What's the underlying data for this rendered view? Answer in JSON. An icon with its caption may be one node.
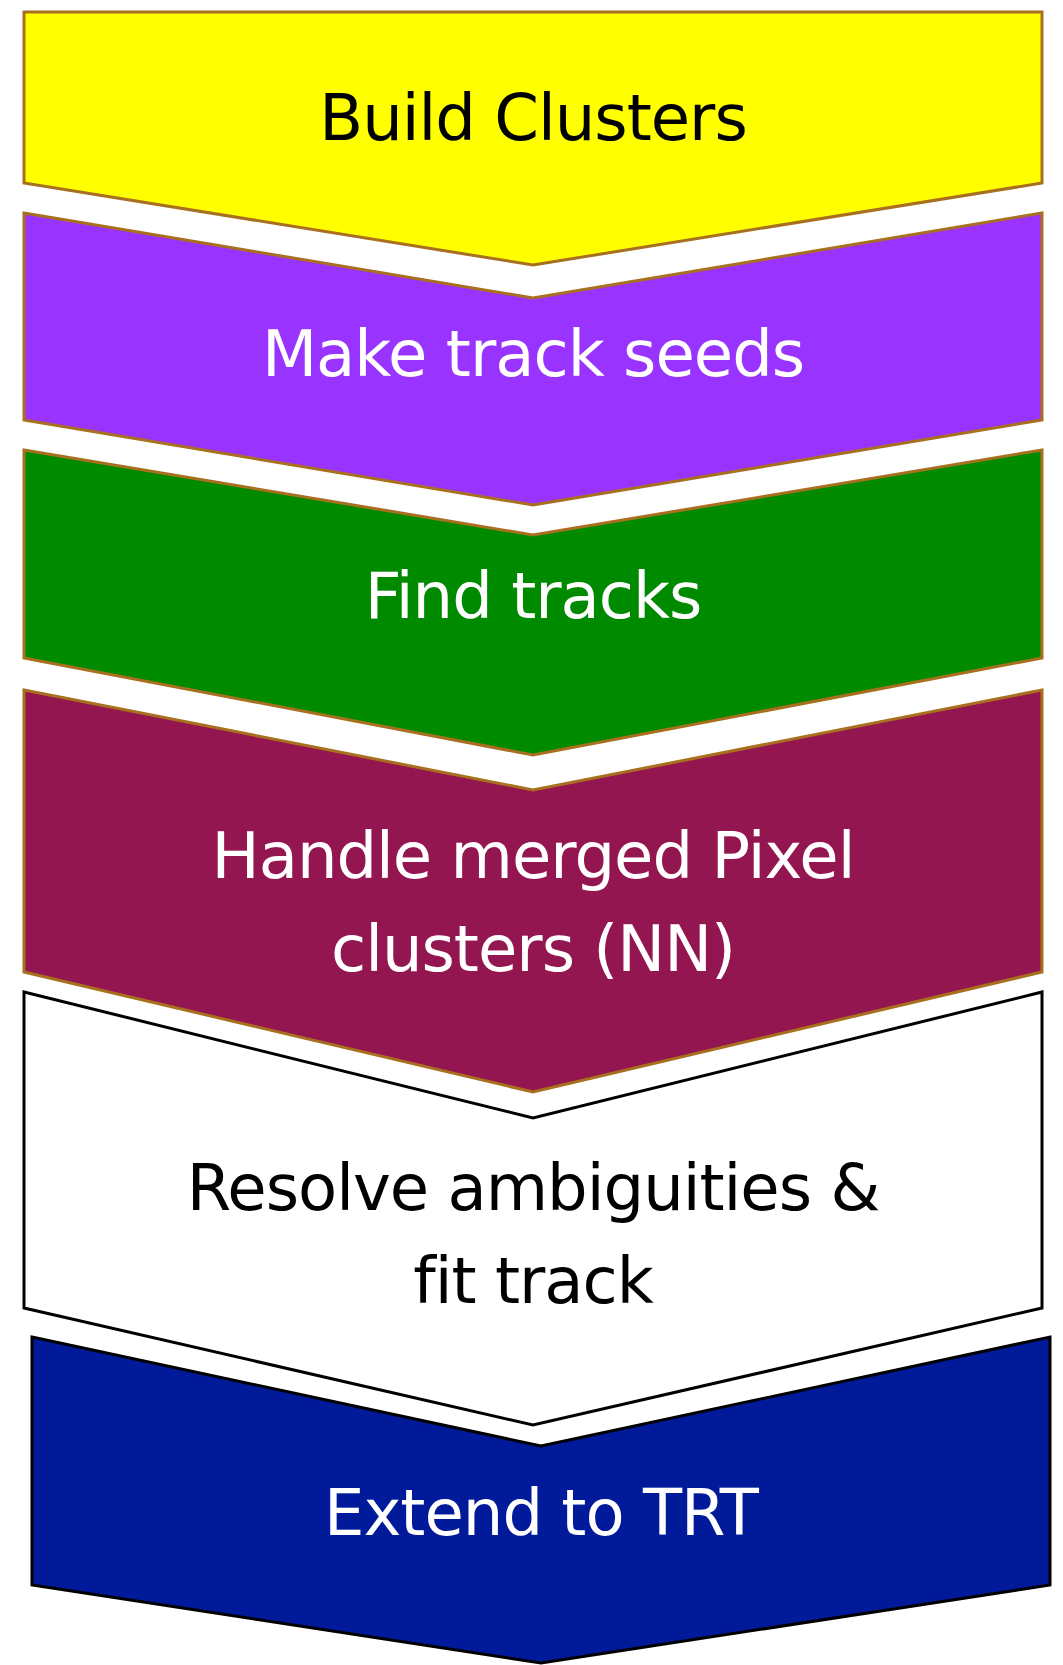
{
  "diagram": {
    "nodes": [
      {
        "text": [
          "Build Clusters"
        ]
      },
      {
        "text": [
          "Make track seeds"
        ]
      },
      {
        "text": [
          "Find tracks"
        ]
      },
      {
        "text": [
          "Handle merged Pixel clusters (NN)"
        ]
      },
      {
        "text": [
          "Resolve ambiguities & fit track"
        ]
      },
      {
        "text": [
          "Extend to TRT"
        ]
      }
    ]
  }
}
